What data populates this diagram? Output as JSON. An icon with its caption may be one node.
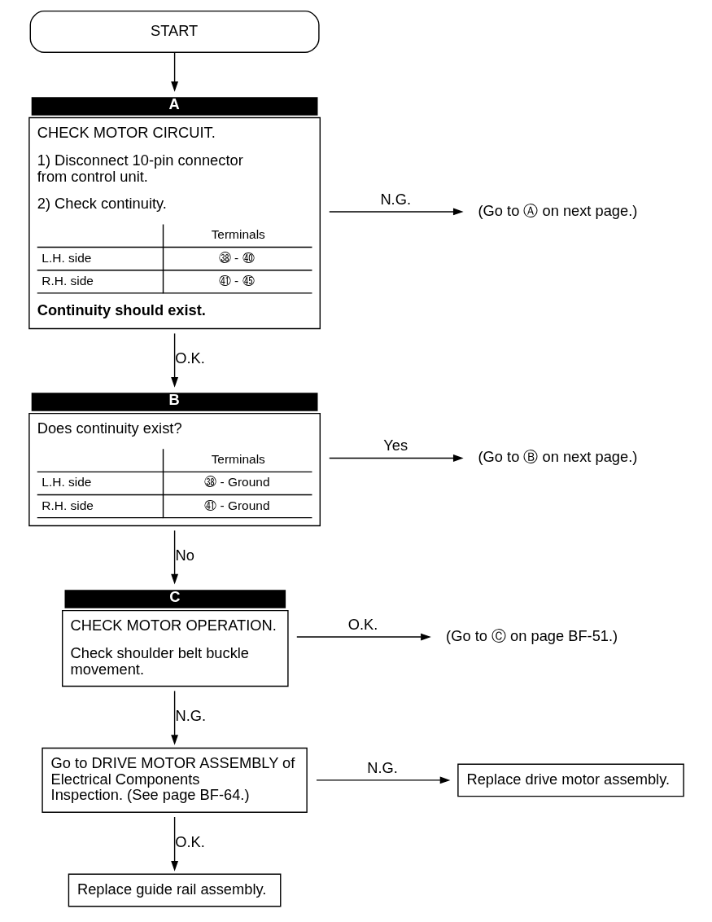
{
  "diagram": {
    "nodes": [
      {
        "text": [
          "START"
        ]
      },
      {
        "text": [
          "CHECK MOTOR CIRCUIT.",
          "1) Disconnect 10-pin connector from control unit.",
          "2) Check continuity.",
          "Terminals",
          "L.H. side",
          "㊳ - ㊵",
          "R.H. side",
          "㊶ - ㊺",
          "Continuity should exist."
        ],
        "beside": [
          "A"
        ]
      },
      {
        "text": [
          "(Go to Ⓐ on next page.)"
        ]
      },
      {
        "text": [
          "Does continuity exist?",
          "Terminals",
          "L.H. side",
          "㊳ - Ground",
          "R.H. side",
          "㊶ - Ground"
        ],
        "beside": [
          "B"
        ]
      },
      {
        "text": [
          "(Go to Ⓑ on next page.)"
        ]
      },
      {
        "text": [
          "CHECK MOTOR OPERATION.",
          "Check shoulder belt buckle movement."
        ],
        "beside": [
          "C"
        ]
      },
      {
        "text": [
          "(Go to Ⓒ on page BF-51.)"
        ]
      },
      {
        "text": [
          "Go to DRIVE MOTOR ASSEMBLY of Electrical Components Inspection. (See page BF-64.)"
        ]
      },
      {
        "text": [
          "Replace drive motor assembly."
        ]
      },
      {
        "text": [
          "Replace guide rail assembly."
        ]
      }
    ],
    "edges": [
      {
        "from": 0,
        "to": 1,
        "arrow": "to"
      },
      {
        "from": 1,
        "to": 2,
        "arrow": "to",
        "label": "N.G."
      },
      {
        "from": 1,
        "to": 3,
        "arrow": "to",
        "label": "O.K."
      },
      {
        "from": 3,
        "to": 4,
        "arrow": "to",
        "label": "Yes"
      },
      {
        "from": 3,
        "to": 5,
        "arrow": "to",
        "label": "No"
      },
      {
        "from": 5,
        "to": 6,
        "arrow": "to",
        "label": "O.K."
      },
      {
        "from": 5,
        "to": 7,
        "arrow": "to",
        "label": "N.G."
      },
      {
        "from": 7,
        "to": 8,
        "arrow": "to",
        "label": "N.G."
      },
      {
        "from": 7,
        "to": 9,
        "arrow": "to",
        "label": "O.K."
      }
    ]
  }
}
